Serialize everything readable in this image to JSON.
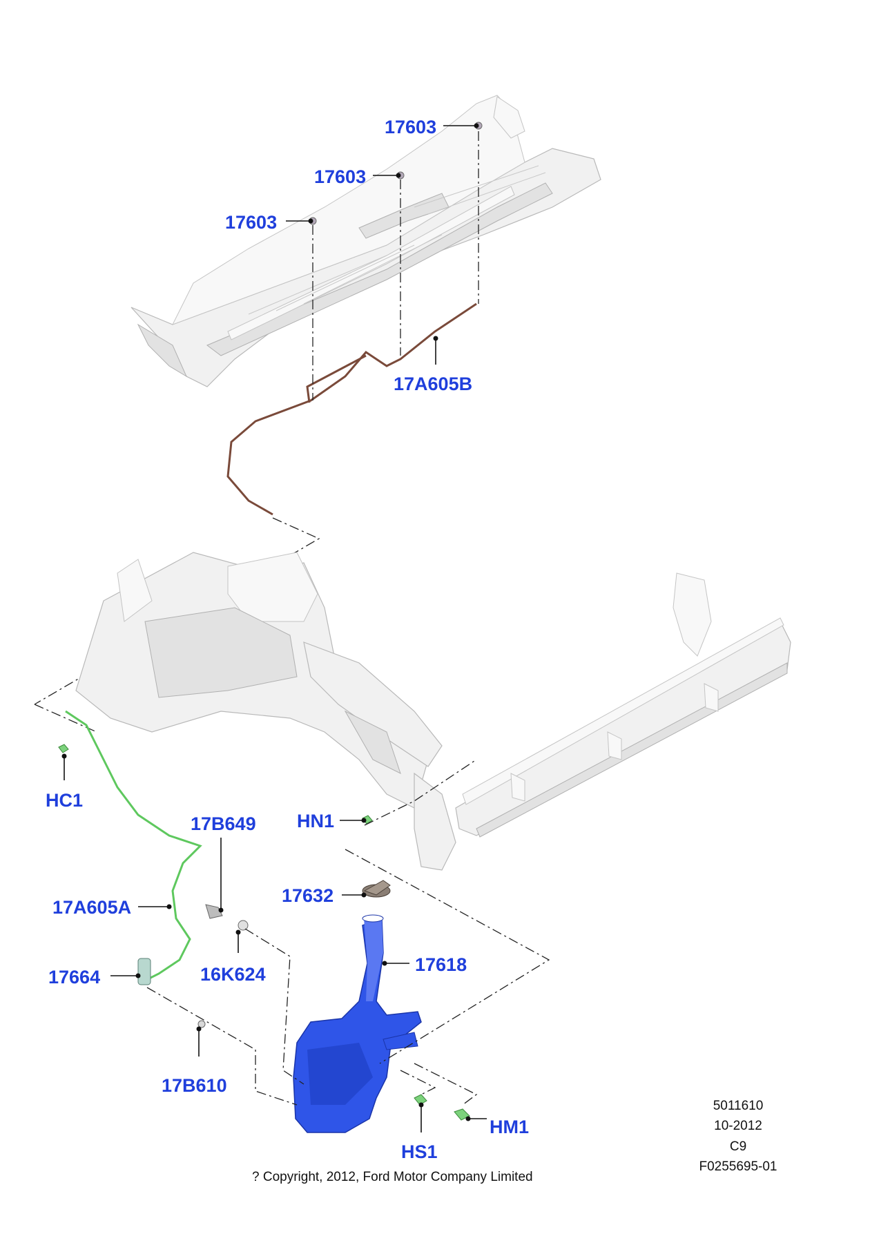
{
  "callouts": {
    "c_17603_a": "17603",
    "c_17603_b": "17603",
    "c_17603_c": "17603",
    "c_17A605B": "17A605B",
    "c_HC1": "HC1",
    "c_17B649": "17B649",
    "c_HN1": "HN1",
    "c_17632": "17632",
    "c_17A605A": "17A605A",
    "c_17618": "17618",
    "c_17664": "17664",
    "c_16K624": "16K624",
    "c_17B610": "17B610",
    "c_HM1": "HM1",
    "c_HS1": "HS1"
  },
  "info_block": {
    "line1": "5011610",
    "line2": "10-2012",
    "line3": "C9",
    "line4": "F0255695-01"
  },
  "copyright": "? Copyright, 2012, Ford Motor Company Limited",
  "colors": {
    "callout_text": "#1f3fdc",
    "reservoir": "#2f55e8",
    "hose_rear": "#7a4a3a",
    "hose_front": "#5ec85e"
  }
}
